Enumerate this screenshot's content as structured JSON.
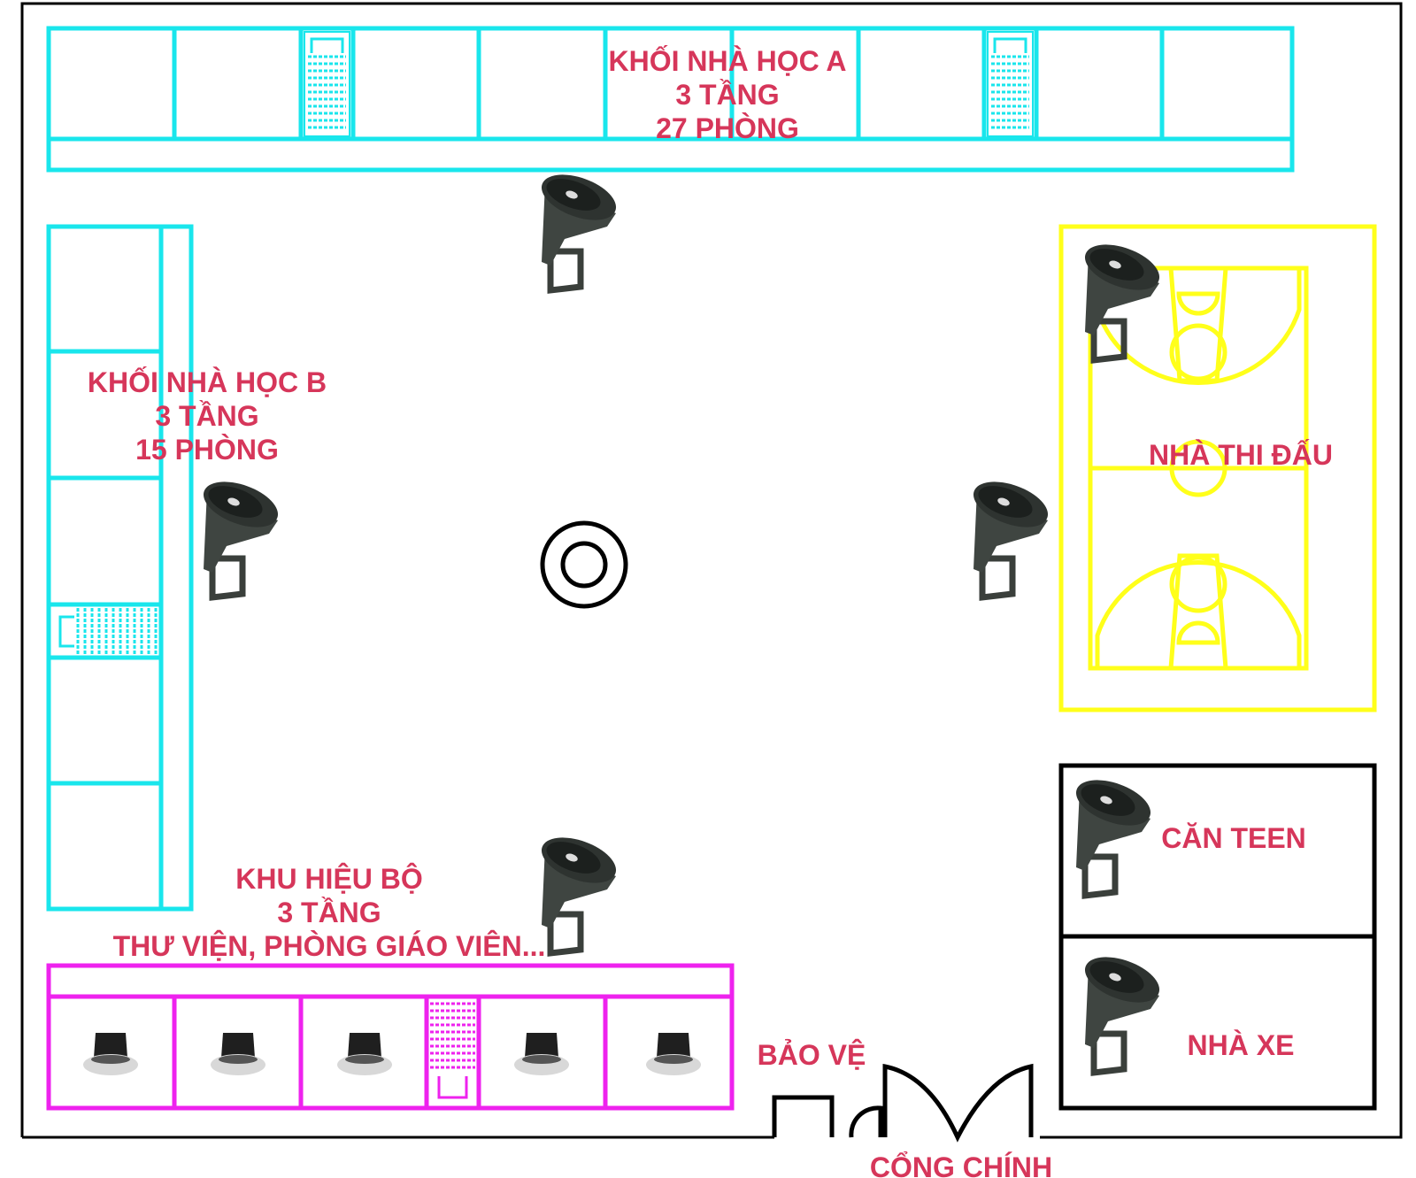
{
  "colors": {
    "label": "#d6365a",
    "block_a": "#19e6ec",
    "block_b": "#19e6ec",
    "sports_hall": "#ffff1a",
    "admin": "#ee22ee",
    "outline": "#000000",
    "horn": "#3a3f3b"
  },
  "labels": {
    "block_a": [
      "KHỐI NHÀ HỌC A",
      "3 TẦNG",
      "27 PHÒNG"
    ],
    "block_b": [
      "KHỐI NHÀ HỌC B",
      "3 TẦNG",
      "15 PHÒNG"
    ],
    "sports_hall": "NHÀ THI ĐẤU",
    "admin": [
      "KHU HIỆU BỘ",
      "3 TẦNG",
      "THƯ VIỆN, PHÒNG GIÁO VIÊN..."
    ],
    "canteen": "CĂN TEEN",
    "parking": "NHÀ XE",
    "guard": "BẢO VỆ",
    "main_gate": "CỔNG CHÍNH"
  },
  "icons": {
    "horn_speaker": "horn-speaker-icon",
    "ceiling_speaker": "ceiling-speaker-icon",
    "flagpole": "flagpole-icon",
    "staircase": "staircase-icon"
  },
  "counts": {
    "horn_speakers": 7,
    "ceiling_speakers": 5
  }
}
